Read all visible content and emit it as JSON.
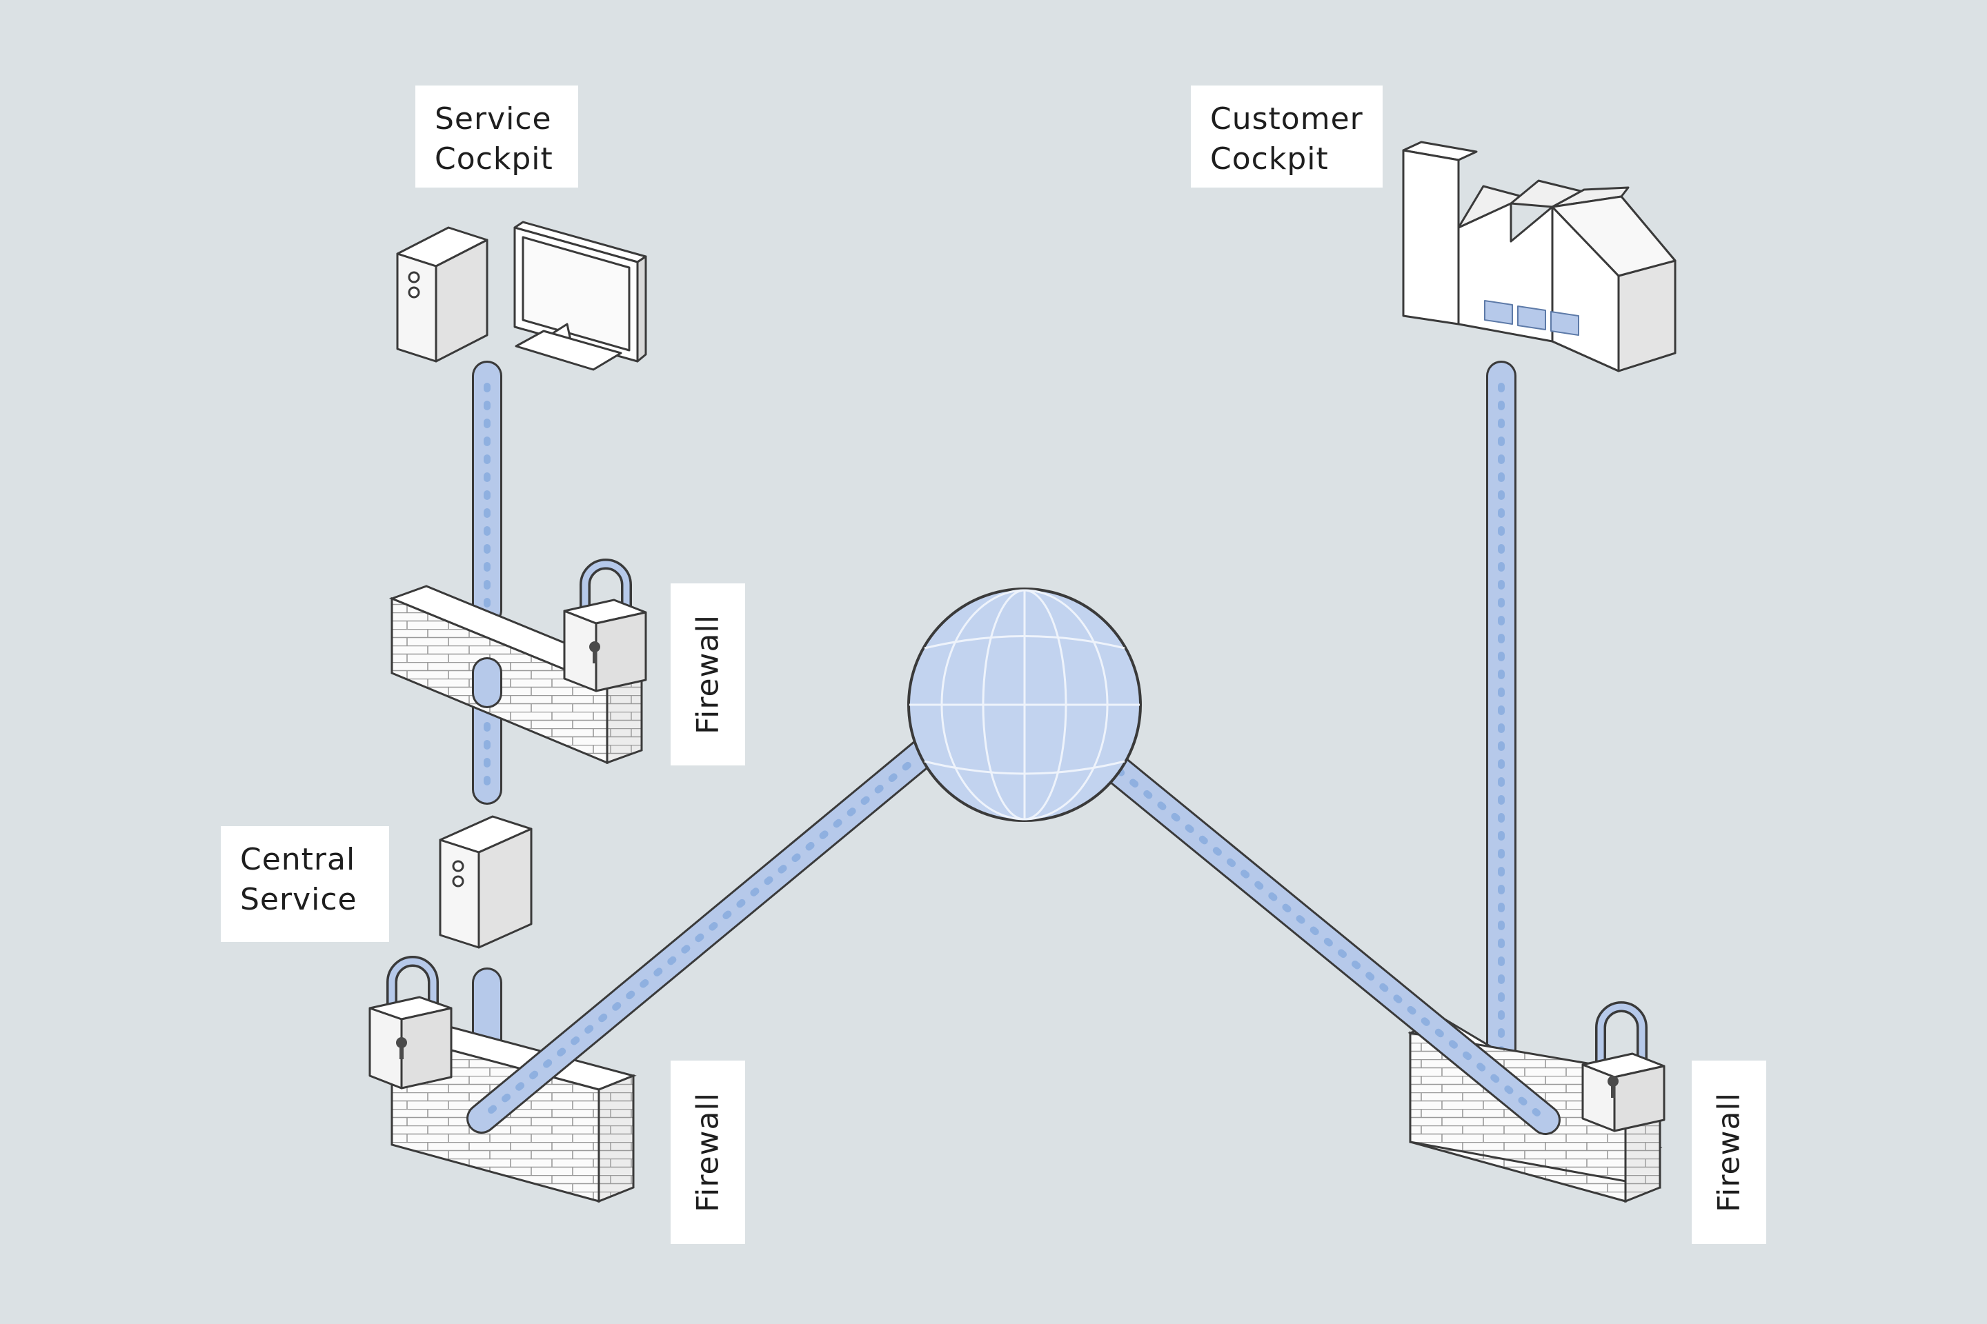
{
  "nodes": {
    "service_cockpit": {
      "line1": "Service",
      "line2": "Cockpit"
    },
    "customer_cockpit": {
      "line1": "Customer",
      "line2": "Cockpit"
    },
    "central_service": {
      "line1": "Central",
      "line2": "Service"
    }
  },
  "firewalls": {
    "upper_left": {
      "label": "Firewall"
    },
    "lower_left": {
      "label": "Firewall"
    },
    "lower_right": {
      "label": "Firewall"
    }
  },
  "icons": {
    "computer": "desktop-computer-icon",
    "factory": "factory-building-icon",
    "server": "server-tower-icon",
    "globe": "internet-globe-icon",
    "firewall": "brick-wall-icon",
    "lock": "padlock-icon"
  },
  "colors": {
    "background": "#dbe1e4",
    "connection": "#b6c9ea",
    "connection_dots": "#8fb0e0",
    "globe_fill": "#c2d3ef",
    "outline": "#3a3a3a"
  }
}
